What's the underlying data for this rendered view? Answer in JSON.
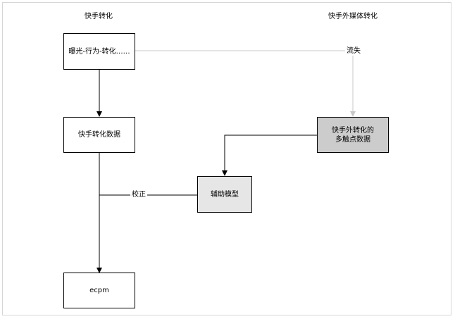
{
  "columns": {
    "left_title": "快手转化",
    "right_title": "快手外媒体转化"
  },
  "nodes": {
    "funnel": "曝光-行为-转化……",
    "ks_data": "快手转化数据",
    "external_data": "快手外转化的\n多触点数据",
    "aux_model": "辅助模型",
    "ecpm": "ecpm"
  },
  "edge_labels": {
    "churn": "流失",
    "calibrate": "校正"
  },
  "colors": {
    "node_white": "#ffffff",
    "node_dark_gray": "#cccccc",
    "node_light_gray": "#e6e6e6",
    "edge": "#000000",
    "edge_light": "#c8c8c8"
  }
}
